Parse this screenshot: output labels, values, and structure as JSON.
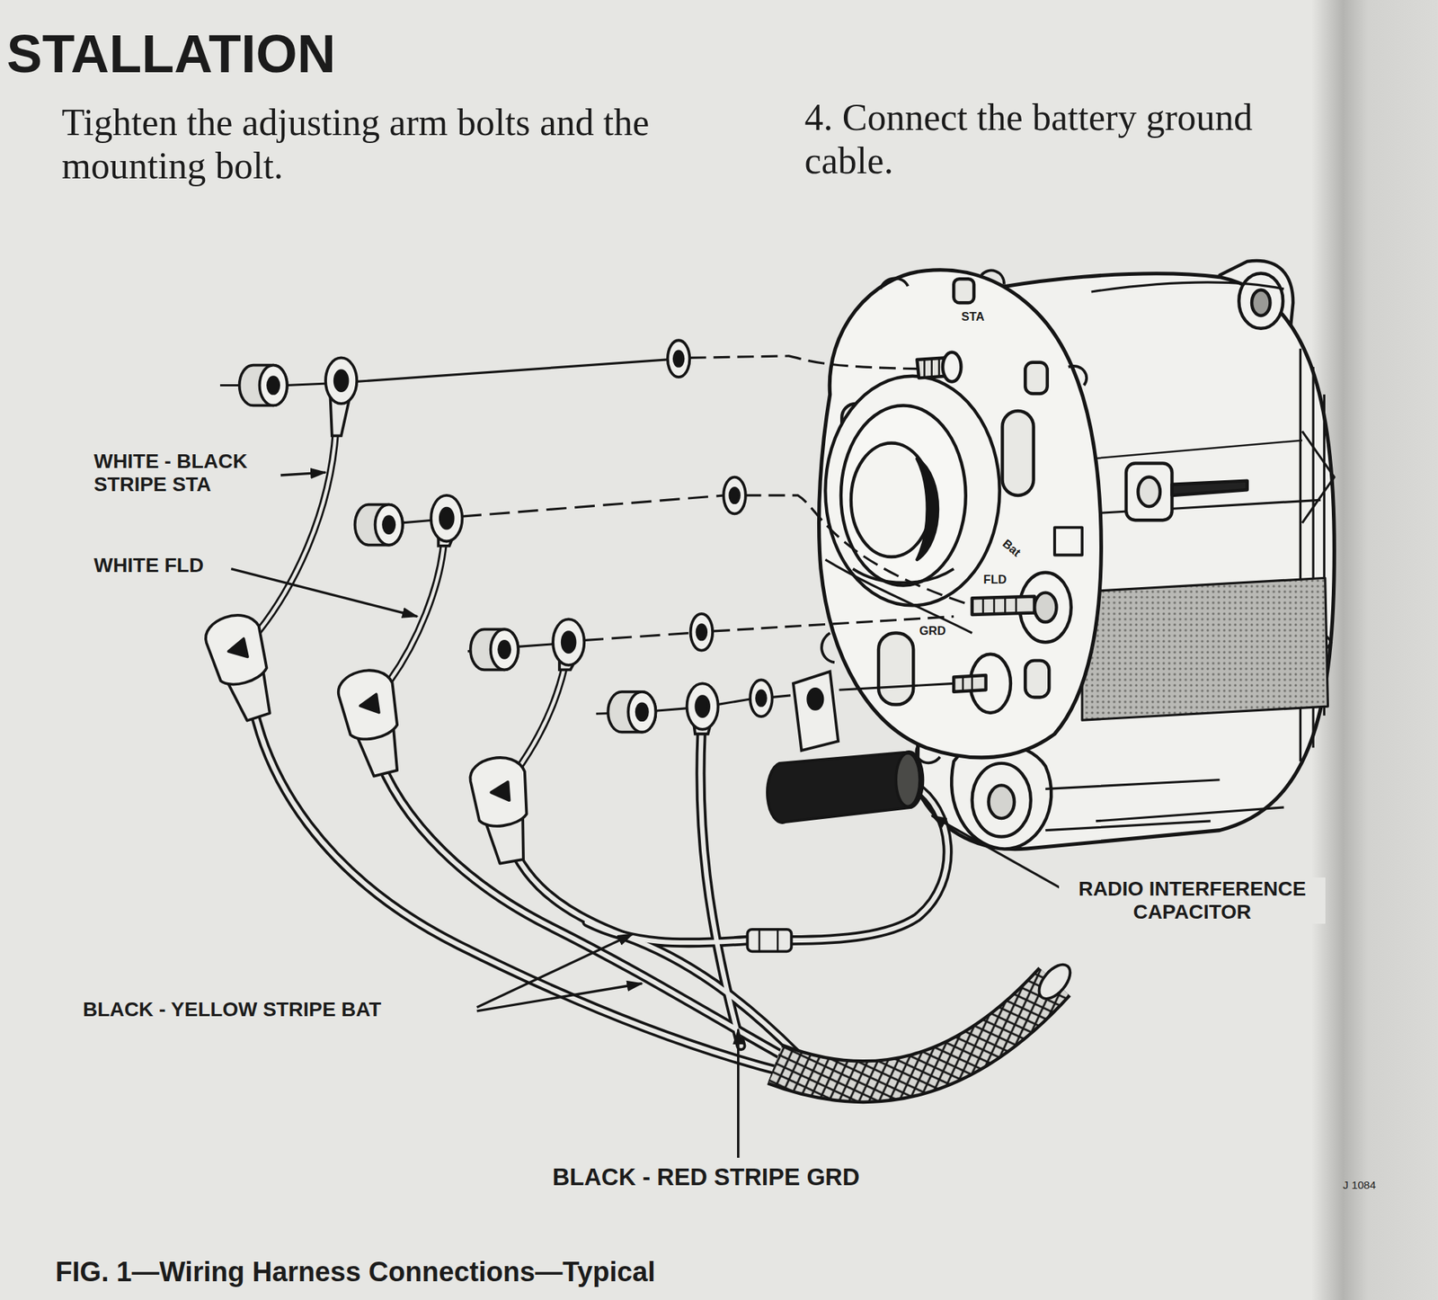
{
  "diagram": {
    "title": "STALLATION",
    "caption": "FIG. 1—Wiring Harness Connections—Typical",
    "labels": [
      "Tighten the adjusting arm bolts and the mounting bolt.",
      "4. Connect the battery ground cable.",
      "STA",
      "Bat",
      "FLD",
      "GRD",
      "WHITE - BLACK STRIPE STA",
      "WHITE FLD",
      "RADIO INTERFERENCE CAPACITOR",
      "BLACK - YELLOW STRIPE BAT",
      "BLACK - RED STRIPE GRD",
      "J 1084"
    ]
  }
}
